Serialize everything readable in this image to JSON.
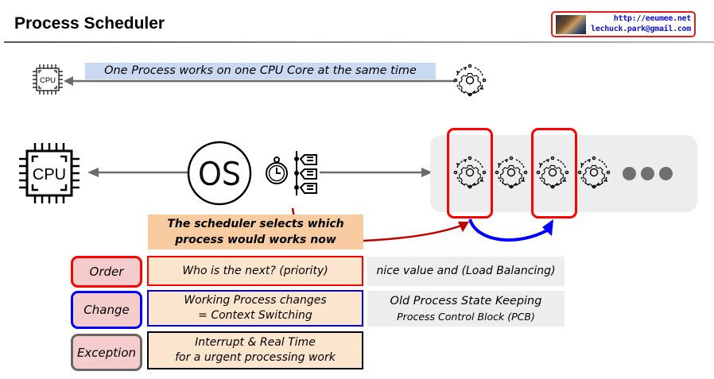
{
  "header": {
    "title": "Process Scheduler",
    "contact": {
      "url": "http://eeumee.net",
      "email": "lechuck.park@gmail.com"
    }
  },
  "top_row": {
    "cpu_label": "CPU",
    "banner": "One Process works on one CPU Core at the same time"
  },
  "main_row": {
    "cpu_label": "CPU",
    "os_label": "OS",
    "process_count_shown": 4,
    "more_indicator": "..."
  },
  "callout": {
    "line1": "The scheduler selects which",
    "line2": "process would works now"
  },
  "rows": [
    {
      "label": "Order",
      "border_color": "#ff0000",
      "desc": [
        "Who is the next? (priority)"
      ],
      "note": [
        "nice value and (Load Balancing)"
      ]
    },
    {
      "label": "Change",
      "border_color": "#0000ff",
      "desc": [
        "Working Process changes",
        "= Context Switching"
      ],
      "note": [
        "Old Process State Keeping",
        "Process Control Block (PCB)"
      ]
    },
    {
      "label": "Exception",
      "border_color": "#666666",
      "desc": [
        "Interrupt & Real Time",
        "for a urgent processing work"
      ],
      "note": []
    }
  ],
  "colors": {
    "select_red": "#ff0000",
    "switch_blue": "#0000ff",
    "callout_bg": "#f8cba0",
    "banner_bg": "#c9d9f2",
    "desc_bg": "#fce5cd",
    "label_bg": "#f4cccc",
    "note_bg": "#ededed"
  }
}
